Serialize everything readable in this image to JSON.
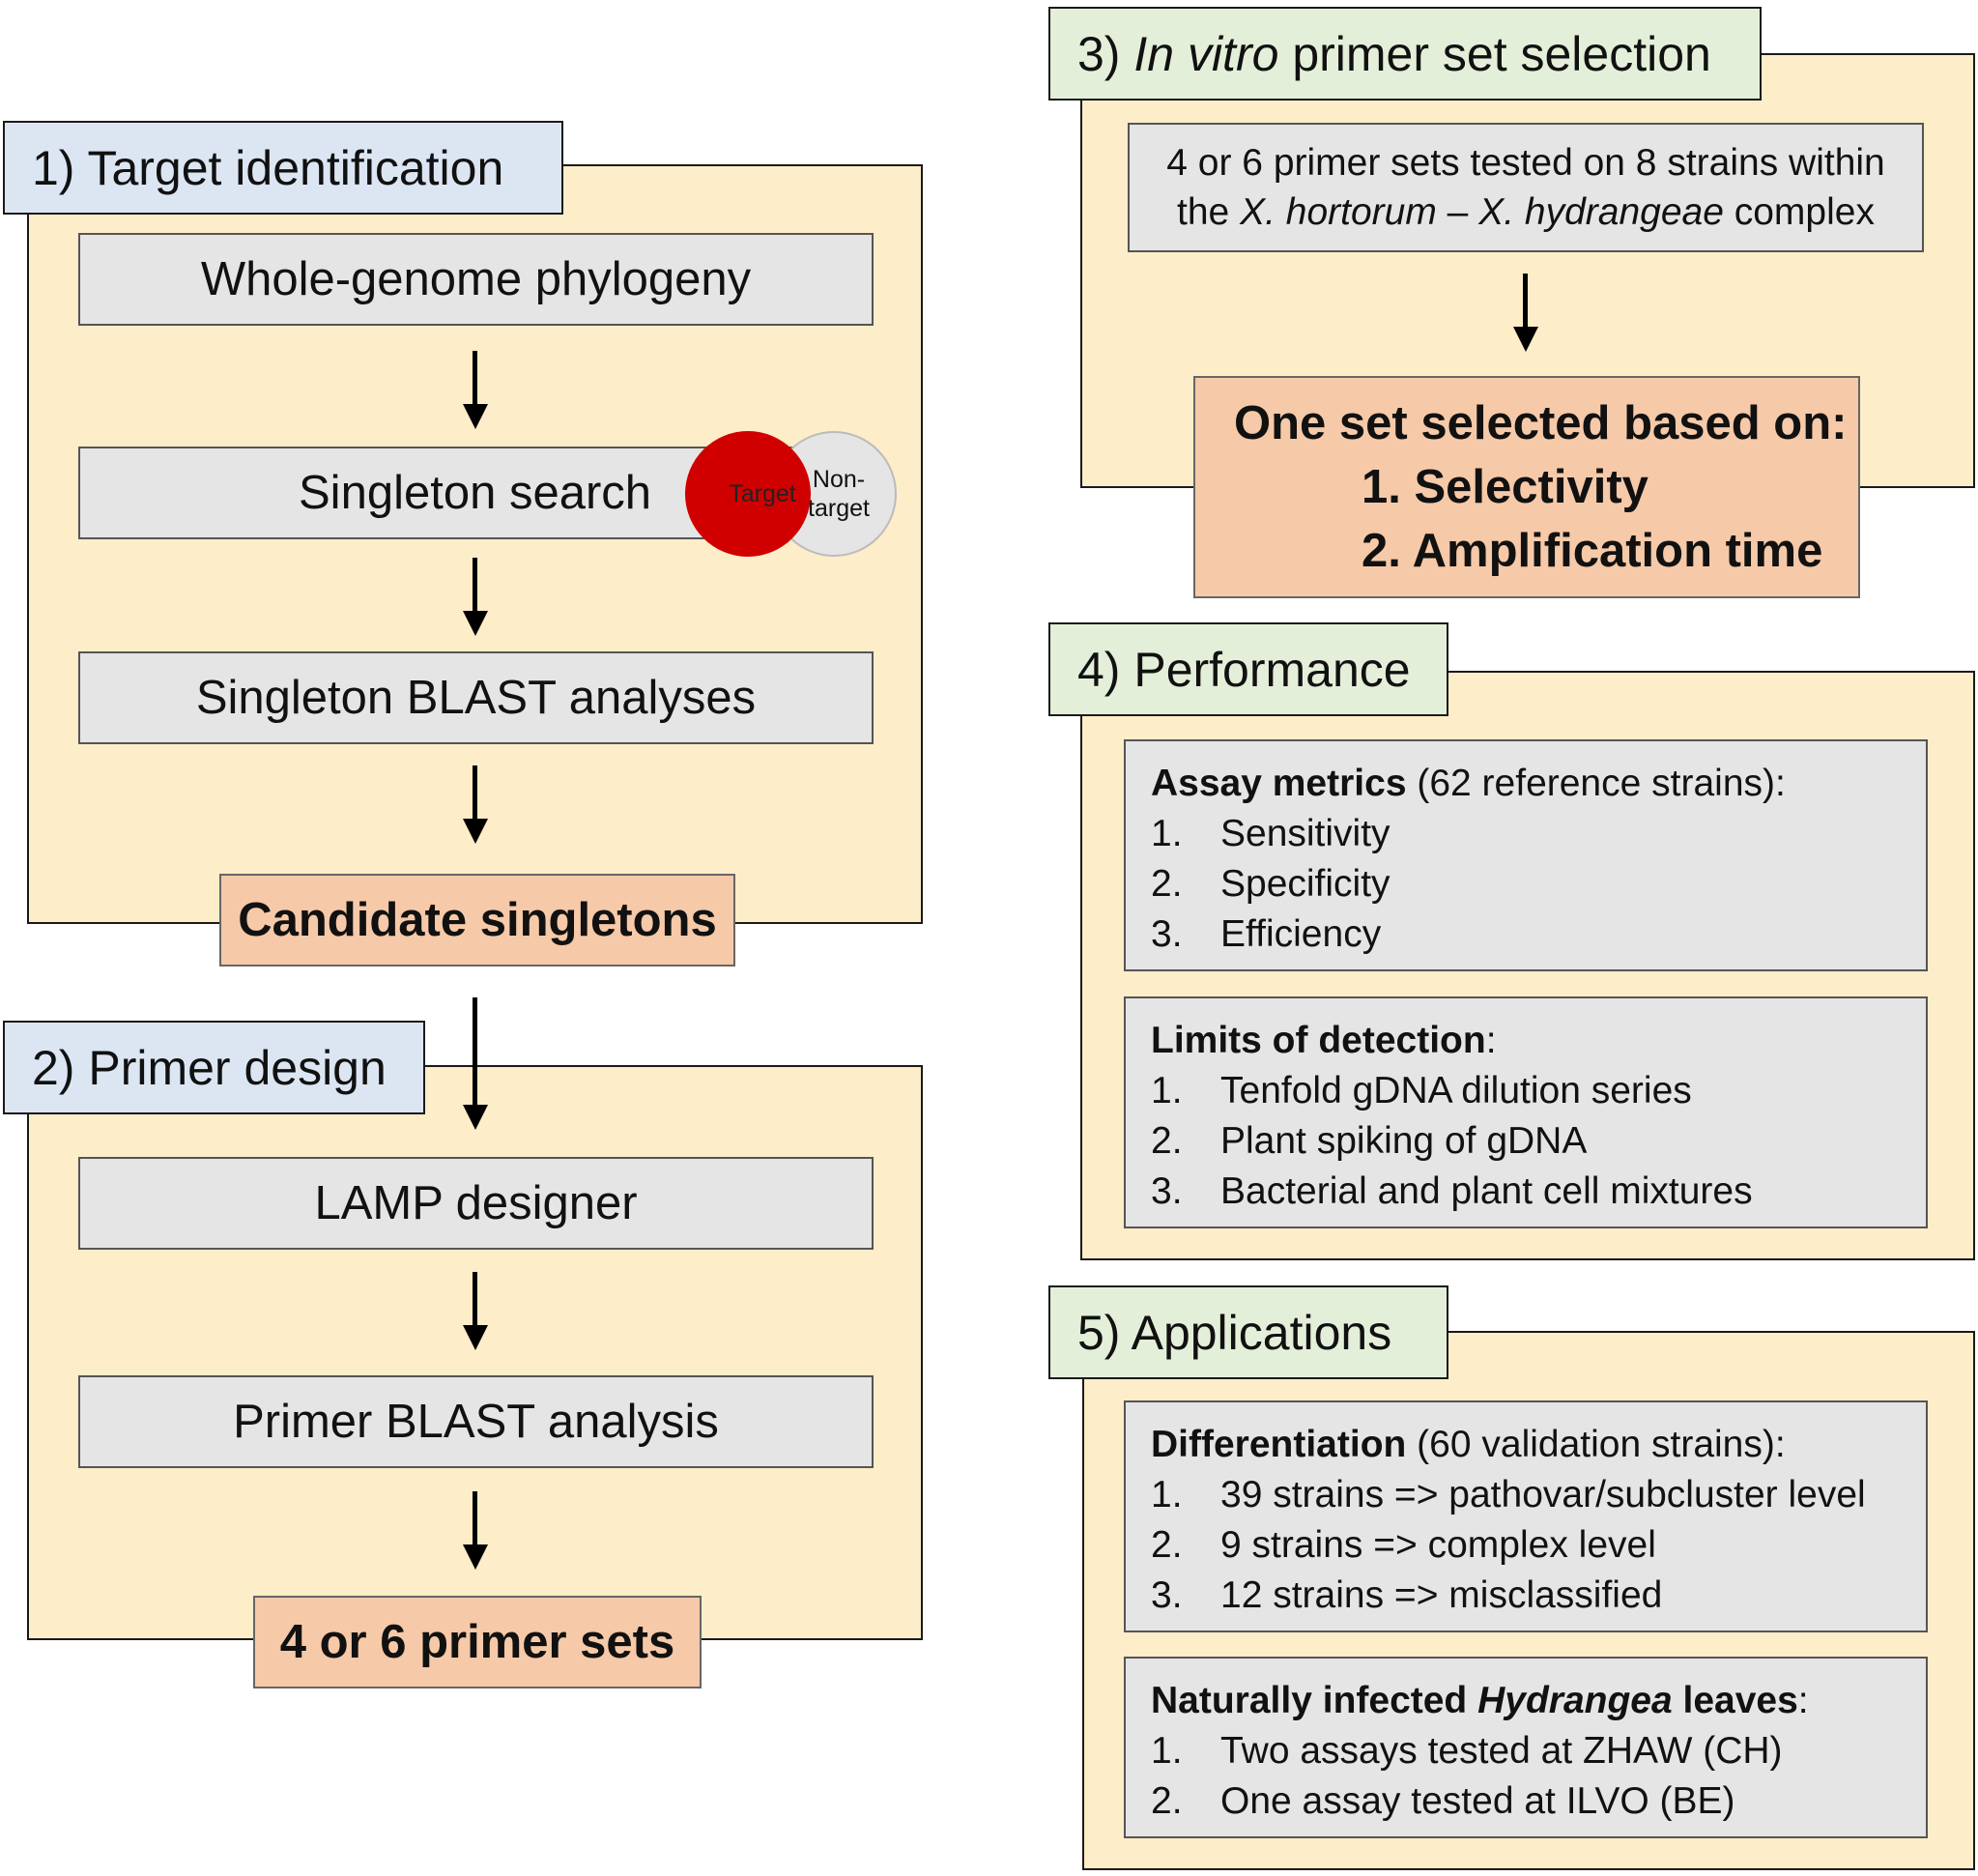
{
  "section1": {
    "title": "1) Target identification",
    "steps": [
      "Whole-genome phylogeny",
      "Singleton search",
      "Singleton BLAST analyses"
    ],
    "result": "Candidate singletons",
    "venn": {
      "target": "Target",
      "nontarget_line1": "Non-",
      "nontarget_line2": "target"
    }
  },
  "section2": {
    "title": "2) Primer design",
    "steps": [
      "LAMP designer",
      "Primer BLAST analysis"
    ],
    "result": "4 or 6 primer sets"
  },
  "section3": {
    "title_prefix": "3) ",
    "title_italic": "In vitro",
    "title_suffix": " primer set selection",
    "test_line1": "4 or 6 primer sets tested on 8 strains within",
    "test_line2_pre": "the ",
    "test_line2_italic1": "X. hortorum",
    "test_line2_mid": " – ",
    "test_line2_italic2": "X. hydrangeae",
    "test_line2_post": " complex",
    "selection_head": "One set selected based on:",
    "selection_items": [
      "1. Selectivity",
      "2. Amplification time"
    ]
  },
  "section4": {
    "title": "4) Performance",
    "metrics_head_bold": "Assay metrics",
    "metrics_head_rest": " (62 reference strains):",
    "metrics": [
      {
        "num": "1.",
        "text": "Sensitivity"
      },
      {
        "num": "2.",
        "text": "Specificity"
      },
      {
        "num": "3.",
        "text": "Efficiency"
      }
    ],
    "lod_head_bold": "Limits of detection",
    "lod_head_rest": ":",
    "lod": [
      {
        "num": "1.",
        "text": "Tenfold gDNA dilution series"
      },
      {
        "num": "2.",
        "text": "Plant spiking of gDNA"
      },
      {
        "num": "3.",
        "text": "Bacterial and plant cell mixtures"
      }
    ]
  },
  "section5": {
    "title": "5) Applications",
    "diff_head_bold": "Differentiation",
    "diff_head_rest": " (60 validation strains):",
    "diff": [
      {
        "num": "1.",
        "text": "39 strains => pathovar/subcluster level"
      },
      {
        "num": "2.",
        "text": "9 strains => complex level"
      },
      {
        "num": "3.",
        "text": "12 strains => misclassified"
      }
    ],
    "nat_head_bold1": "Naturally infected ",
    "nat_head_bolditalic": "Hydrangea",
    "nat_head_bold2": " leaves",
    "nat_head_rest": ":",
    "nat": [
      {
        "num": "1.",
        "text": "Two assays tested at ZHAW (CH)"
      },
      {
        "num": "2.",
        "text": "One assay tested at ILVO (BE)"
      }
    ]
  },
  "colors": {
    "panel": "#fdedc8",
    "tab_blue": "#dce6f3",
    "tab_green": "#e4efd9",
    "grey_box": "#e6e5e5",
    "orange_box": "#f6c9a8",
    "target_red": "#d00000"
  }
}
